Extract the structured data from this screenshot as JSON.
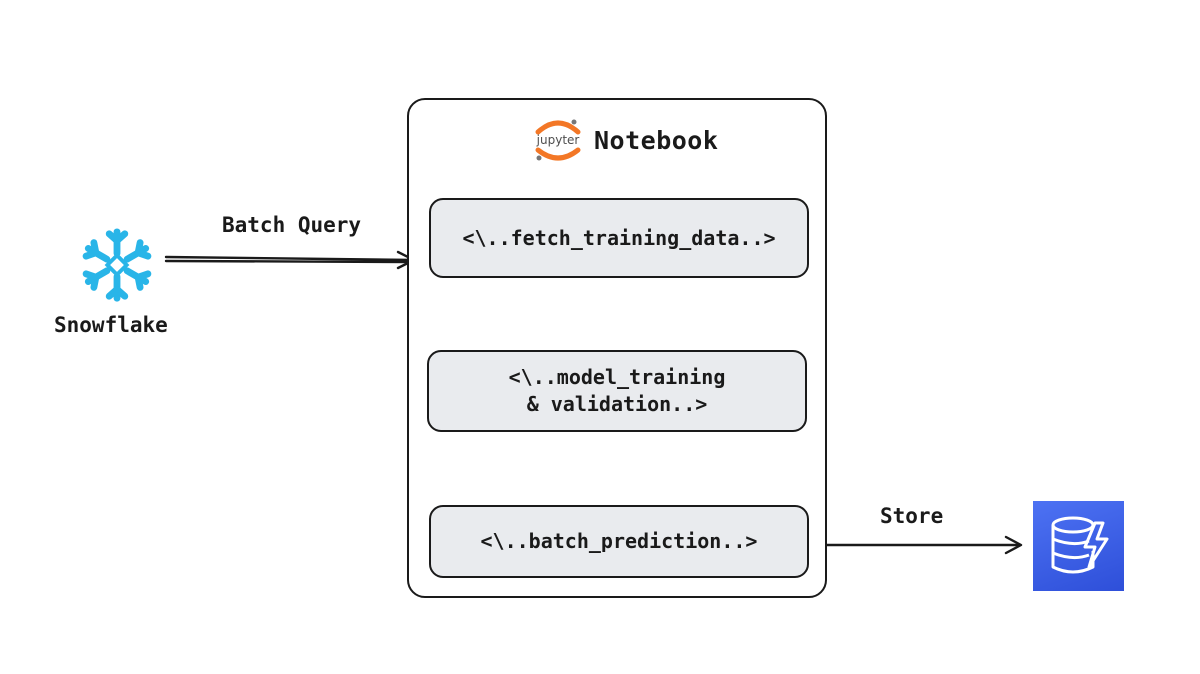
{
  "colors": {
    "stroke": "#1a1a1a",
    "step_fill": "#e9ebee",
    "snowflake_blue": "#29b5e8",
    "jupyter_orange": "#f37726",
    "dynamodb_blue": "#3b5fe6"
  },
  "source": {
    "name": "Snowflake",
    "icon": "snowflake-logo-icon"
  },
  "edges": {
    "batch_query": "Batch Query",
    "store": "Store"
  },
  "notebook": {
    "logo_text": "jupyter",
    "title": "Notebook",
    "steps": [
      {
        "label": "<\\..fetch_training_data..>"
      },
      {
        "label": "<\\..model_training\n& validation..>"
      },
      {
        "label": "<\\..batch_prediction..>"
      }
    ]
  },
  "sink": {
    "icon": "dynamodb-logo-icon"
  }
}
